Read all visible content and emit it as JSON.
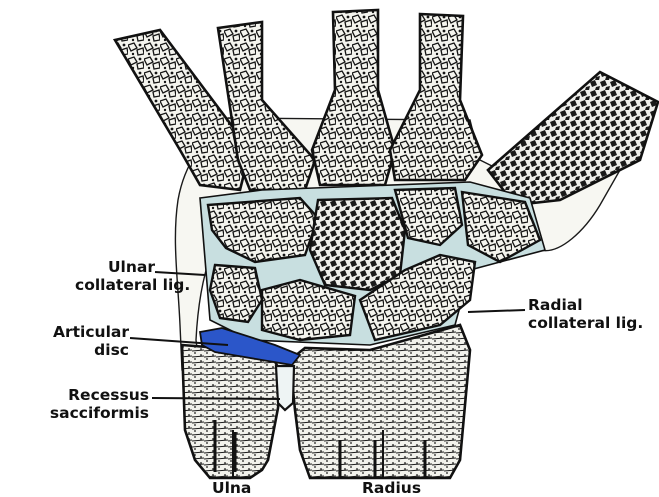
{
  "labels": {
    "ulnar_collateral": {
      "line1": "Ulnar",
      "line2": "collateral lig."
    },
    "articular_disc": {
      "line1": "Articular",
      "line2": "disc"
    },
    "recessus": {
      "line1": "Recessus",
      "line2": "sacciformis"
    },
    "ulna": "Ulna",
    "radius": "Radius",
    "radial_collateral": {
      "line1": "Radial",
      "line2": "collateral lig."
    }
  },
  "colors": {
    "bone": "#f2f2ec",
    "cartilage_space": "#c8dfe0",
    "ink": "#0d0d0d",
    "articular_disc": "#2b56c9"
  }
}
